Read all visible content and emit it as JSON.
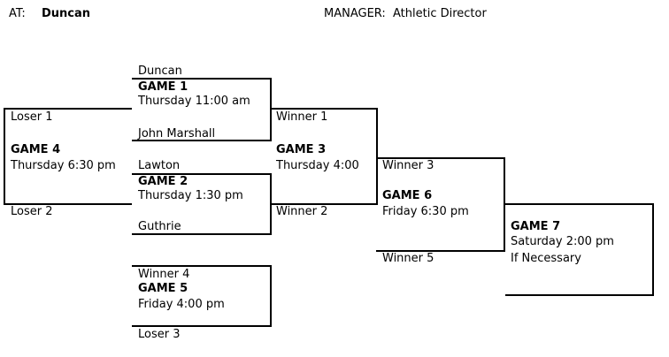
{
  "header": {
    "at_label": "AT:",
    "at_value": "Duncan",
    "manager_label": "MANAGER:",
    "manager_value": "Athletic Director"
  },
  "bracket": {
    "game1": {
      "top_team": "Duncan",
      "title": "GAME 1",
      "time": "Thursday 11:00 am",
      "bottom_team": "John Marshall"
    },
    "game2": {
      "top_team": "Lawton",
      "title": "GAME 2",
      "time": "Thursday  1:30 pm",
      "bottom_team": "Guthrie"
    },
    "game3": {
      "top_team": "Winner 1",
      "title": "GAME 3",
      "time": "Thursday 4:00",
      "bottom_team": "Winner 2"
    },
    "game4": {
      "top_team": "Loser 1",
      "title": "GAME 4",
      "time": "Thursday 6:30 pm",
      "bottom_team": "Loser 2"
    },
    "game5": {
      "top_team": "Winner 4",
      "title": "GAME 5",
      "time": "Friday 4:00 pm",
      "bottom_team": "Loser 3"
    },
    "game6": {
      "top_team": "Winner 3",
      "title": "GAME 6",
      "time": "Friday 6:30 pm",
      "bottom_team": "Winner 5"
    },
    "game7": {
      "title": "GAME 7",
      "time": "Saturday  2:00 pm",
      "note": "If  Necessary"
    }
  }
}
